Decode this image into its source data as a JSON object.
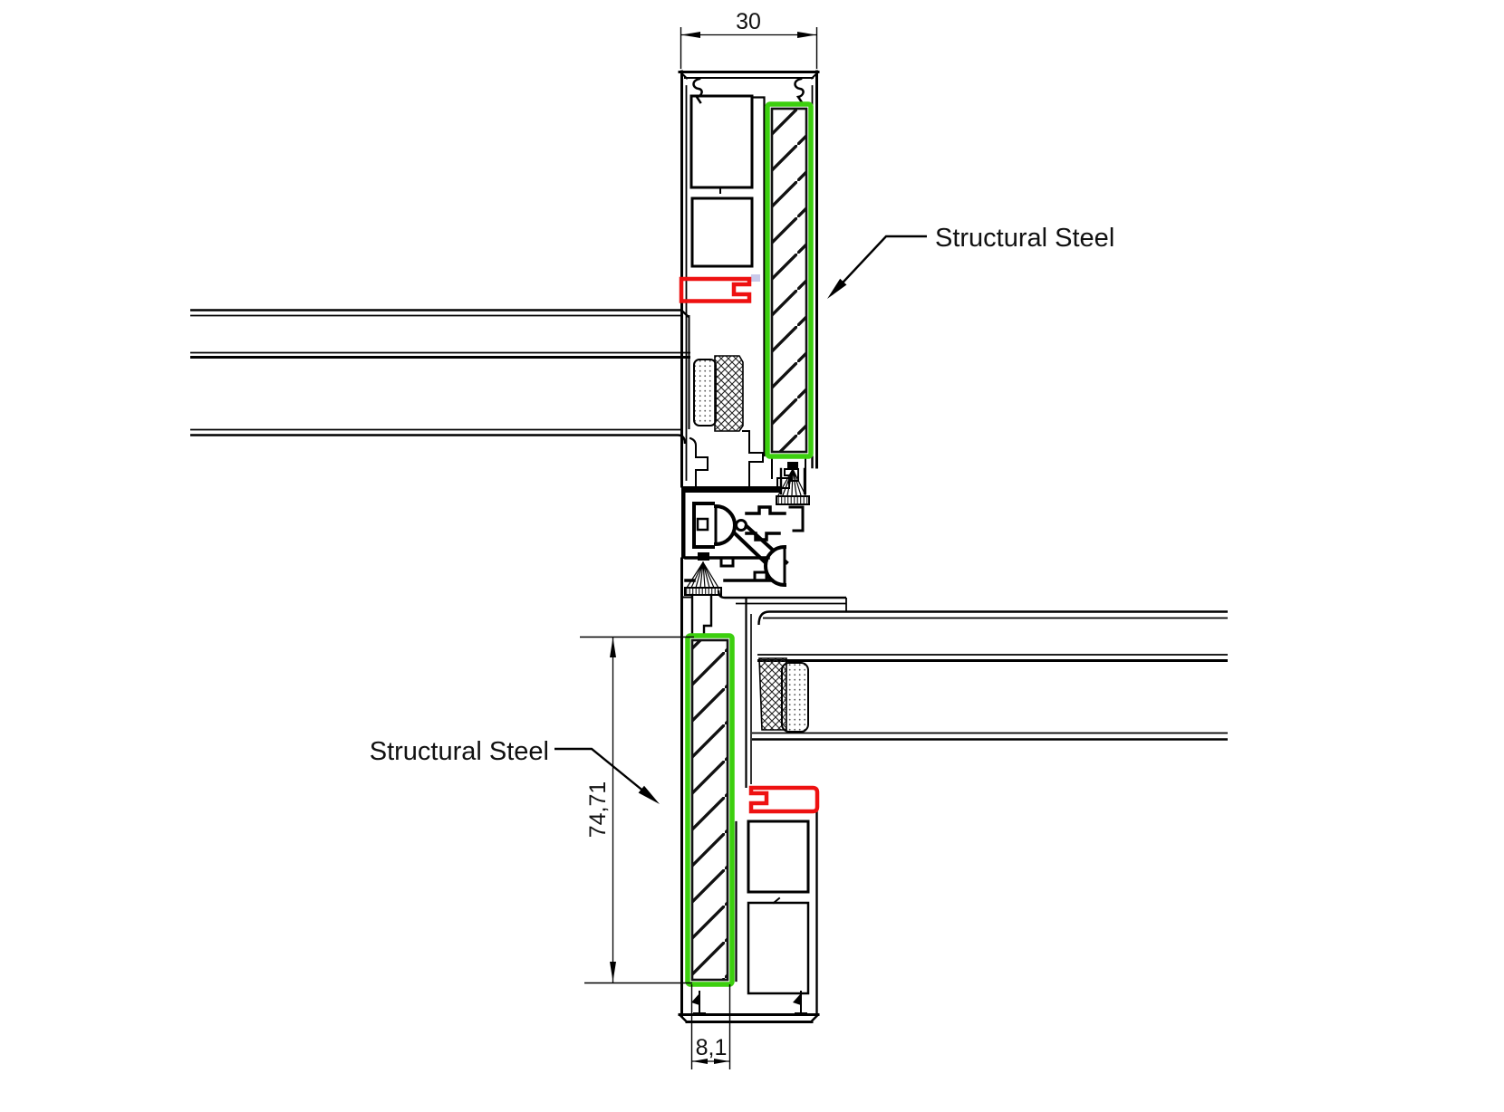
{
  "labels": {
    "structural_steel_top": "Structural Steel",
    "structural_steel_bottom": "Structural Steel"
  },
  "dimensions": {
    "overall_width": "30",
    "steel_height": "74,71",
    "steel_thickness": "8,1"
  },
  "colors": {
    "steel_highlight": "#3ccf0e",
    "clip_highlight": "#ee1111",
    "linework": "#000000",
    "background": "#ffffff"
  }
}
